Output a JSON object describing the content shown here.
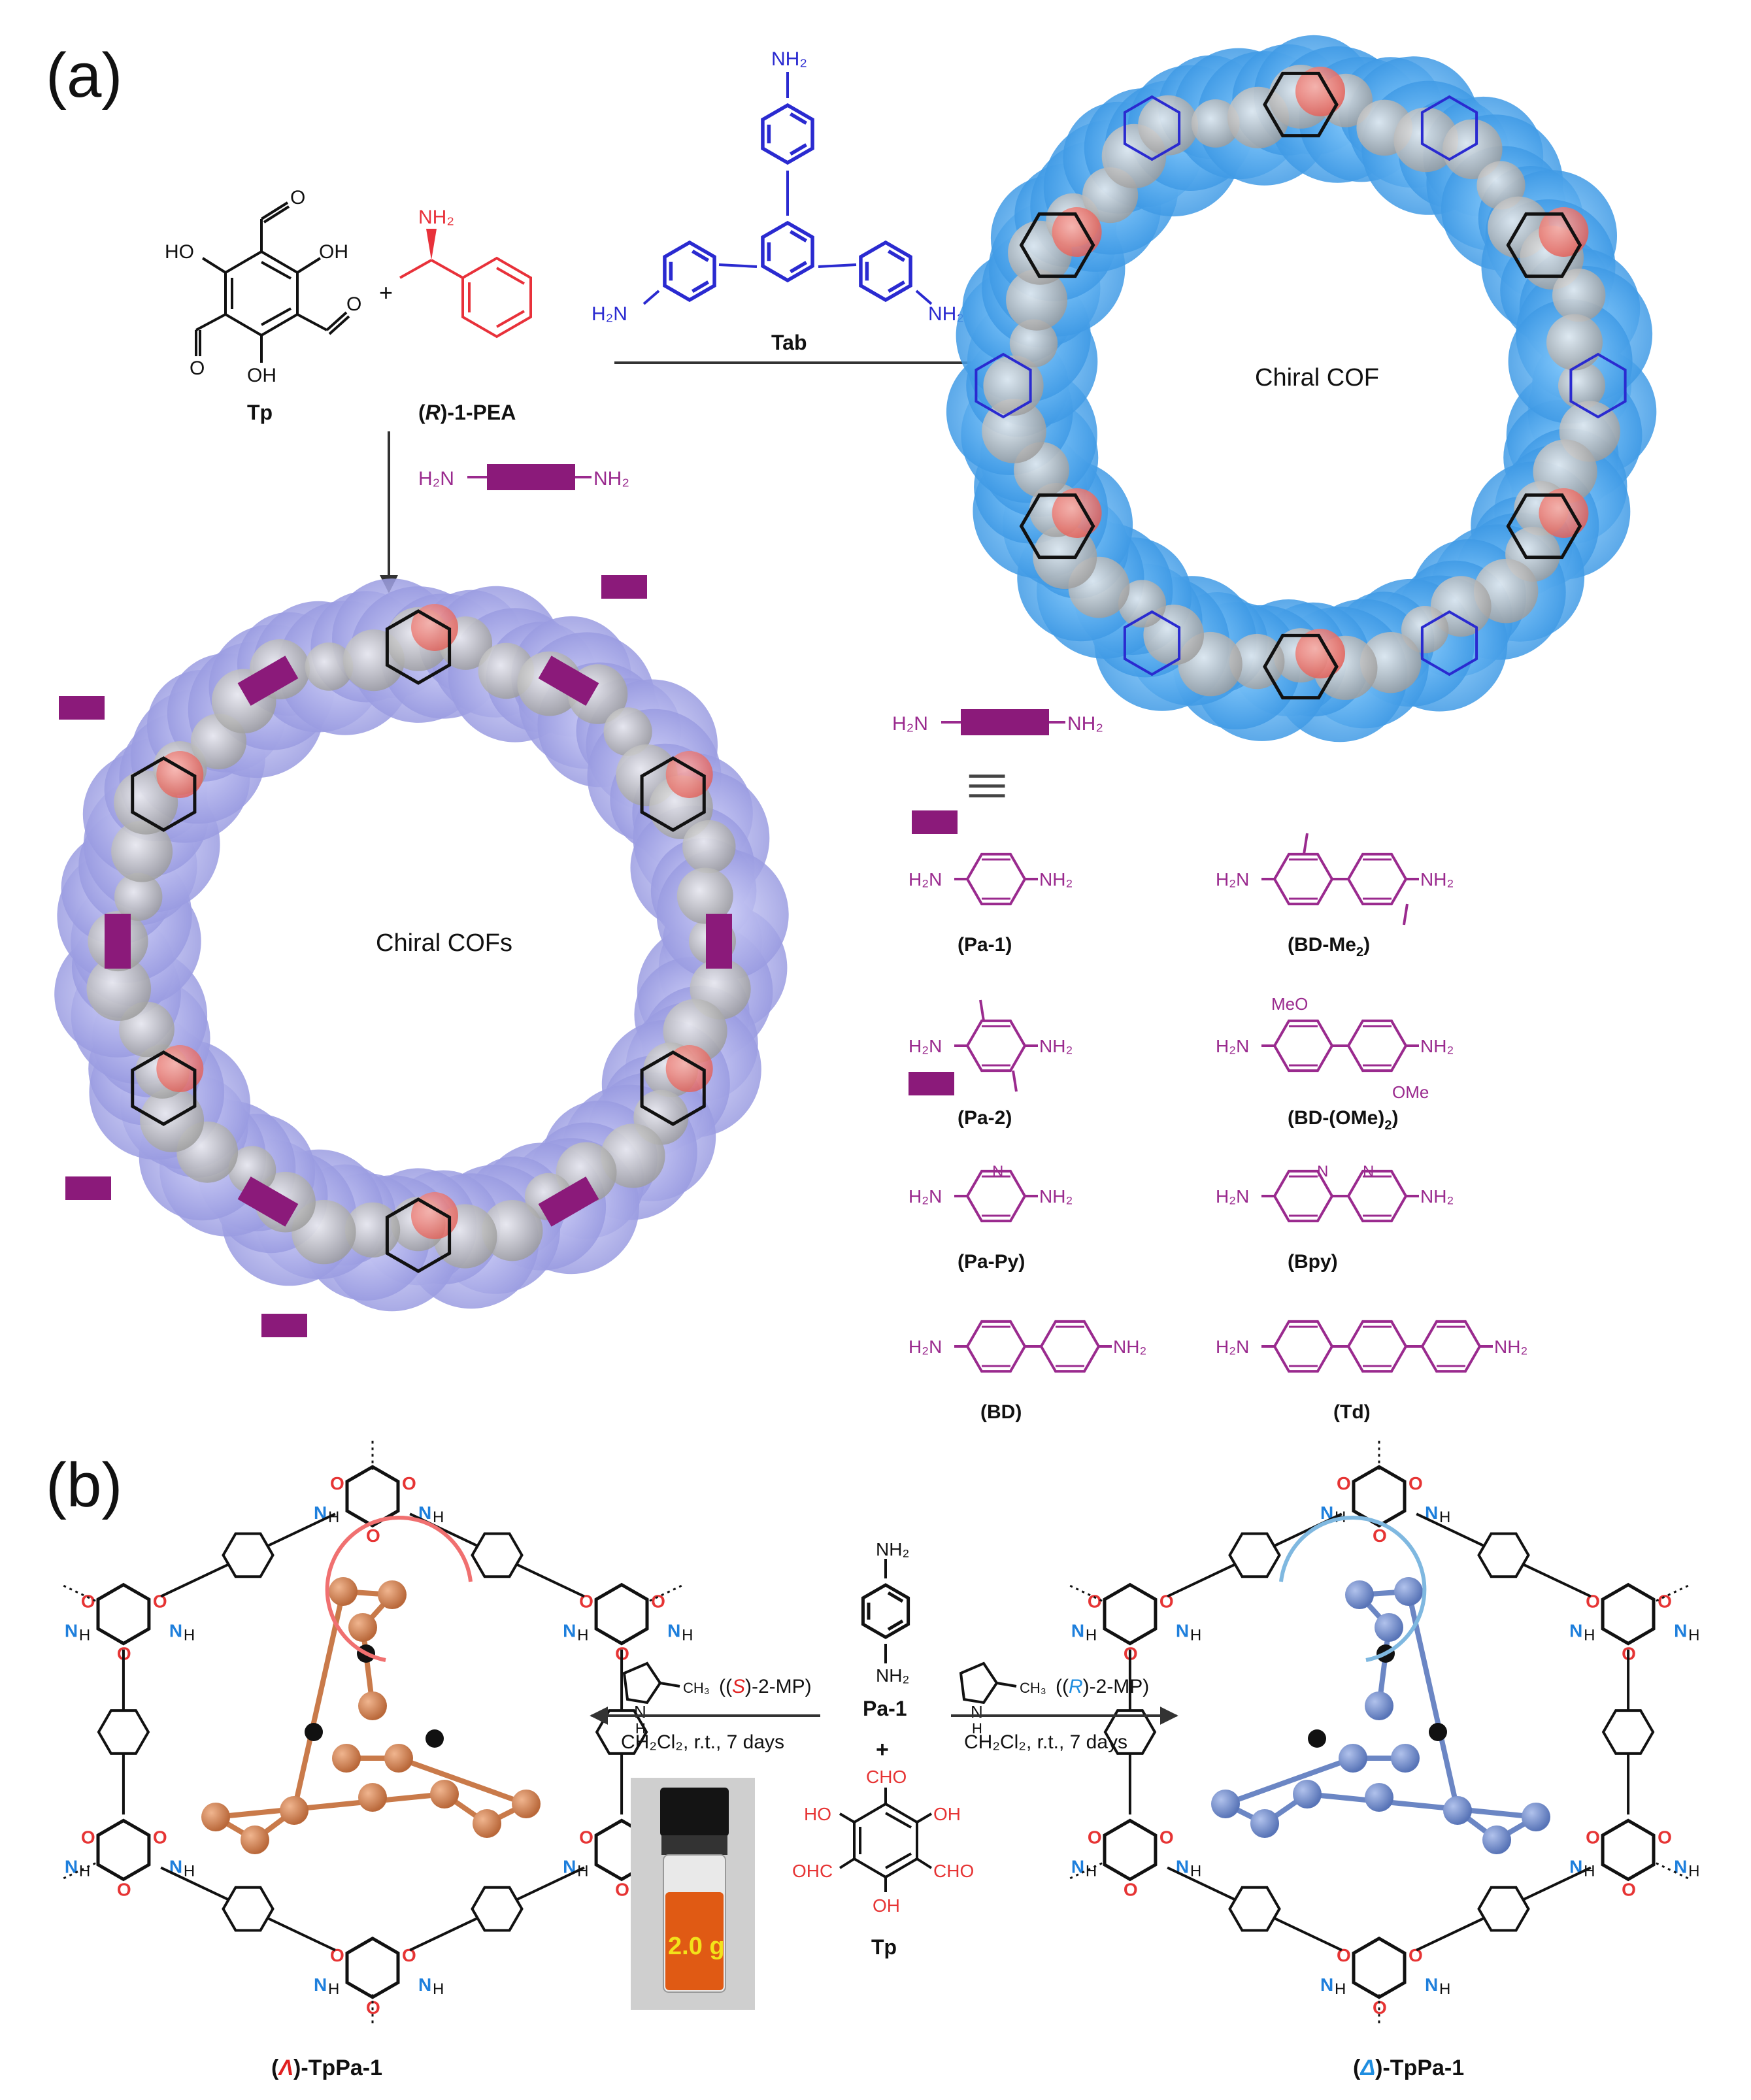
{
  "panels": {
    "a": {
      "letter": "(a)",
      "reagent_tp": {
        "name": "Tp",
        "ho1": "HO",
        "oh1": "OH",
        "ho2": "OH",
        "o1": "O",
        "o2": "O",
        "o3": "O"
      },
      "plus": "+",
      "reagent_pea": {
        "name_prefix": "(",
        "name_italic": "R",
        "name_suffix": ")-1-PEA",
        "nh2": "NH₂"
      },
      "reagent_tab": {
        "name": "Tab",
        "nh2": "NH₂",
        "h2n": "H₂N"
      },
      "linker_generic": {
        "h2n": "H₂N",
        "nh2": "NH₂"
      },
      "cof_top_label": "Chiral COF",
      "cof_left_label": "Chiral COFs",
      "equiv_symbol": "|||",
      "linkers": [
        {
          "id": "Pa-1",
          "label": "(Pa-1)"
        },
        {
          "id": "BD-Me2",
          "label_main": "(BD-Me",
          "label_sub": "2",
          "label_end": ")"
        },
        {
          "id": "Pa-2",
          "label": "(Pa-2)"
        },
        {
          "id": "BD-OMe2",
          "label_main": "(BD-(OMe)",
          "label_sub": "2",
          "label_end": ")",
          "meo": "MeO",
          "ome": "OMe"
        },
        {
          "id": "Pa-Py",
          "label": "(Pa-Py)",
          "n": "N"
        },
        {
          "id": "Bpy",
          "label": "(Bpy)",
          "n": "N"
        },
        {
          "id": "BD",
          "label": "(BD)"
        },
        {
          "id": "Td",
          "label": "(Td)"
        }
      ]
    },
    "b": {
      "letter": "(b)",
      "left_catalyst": {
        "paren_open": "((",
        "italic": "S",
        "name": ")-2-MP)",
        "ch3": "CH₃",
        "nh": "N",
        "h": "H"
      },
      "right_catalyst": {
        "paren_open": "((",
        "italic": "R",
        "name": ")-2-MP)",
        "ch3": "CH₃",
        "nh": "N",
        "h": "H"
      },
      "conditions": "CH₂Cl₂, r.t., 7 days",
      "center_pa1": "Pa-1",
      "center_plus": "+",
      "center_tp": "Tp",
      "nh2": "NH₂",
      "cho": "CHO",
      "ohc": "OHC",
      "oh": "OH",
      "ho": "HO",
      "vial_mass": "2.0 g",
      "left_product": {
        "open": "(",
        "italic": "Λ",
        "close": ")-TpPa-1"
      },
      "right_product": {
        "open": "(",
        "italic": "Δ",
        "close": ")-TpPa-1"
      },
      "atom_n": "N",
      "atom_h": "H",
      "atom_o": "O"
    }
  },
  "colors": {
    "black": "#111111",
    "red_amine": "#e8313a",
    "blue_tab": "#2a2ad0",
    "purple_linker": "#9a2a8e",
    "purple_block": "#8b1a7a",
    "cof_blue_fill": "#3fa2ea",
    "cof_lavender_fill": "#9b9ee6",
    "grey_fill": "#b8b8b8",
    "oxygen_red": "#e63434",
    "n_blue": "#1e7fdc",
    "orange_molecule": "#c97a4a",
    "blue_molecule": "#6b86c4",
    "orange_powder": "#e05a14",
    "vial_label_text": "#f3e21a",
    "left_italic_red": "#e02020",
    "right_italic_blue": "#1f8ee0"
  }
}
